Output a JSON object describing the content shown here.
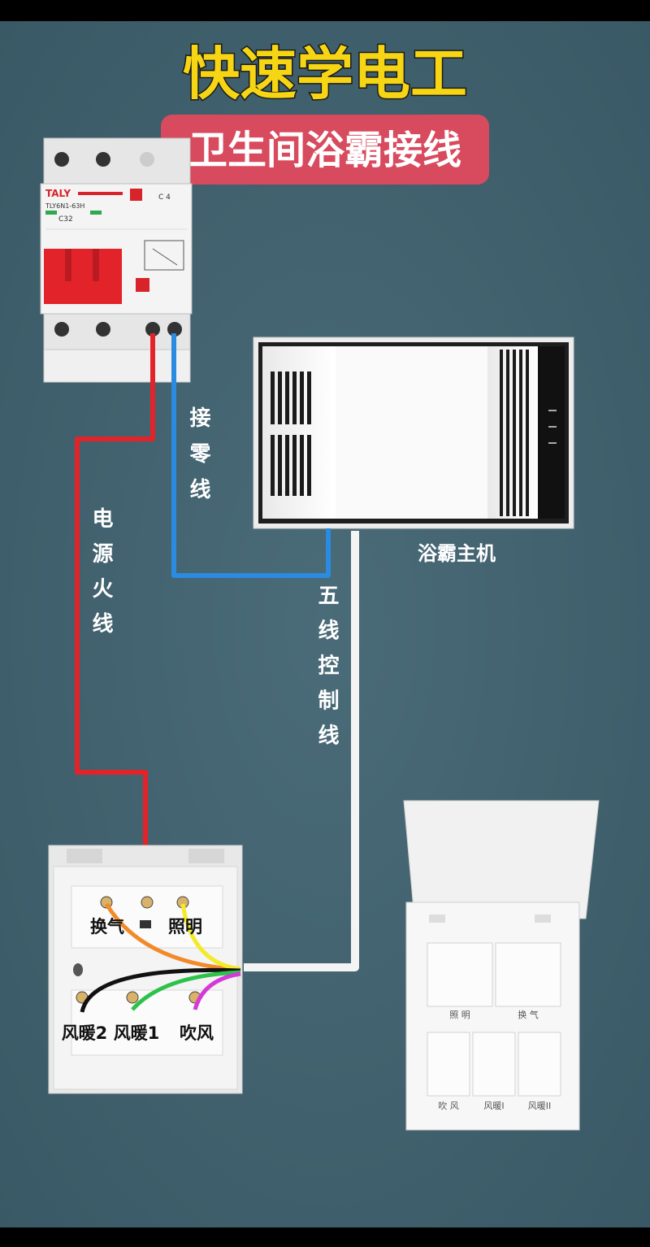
{
  "title": "快速学电工",
  "subtitle": "卫生间浴霸接线",
  "breaker": {
    "brand": "TALY",
    "model": "TLY6N1-63H",
    "rating": "C32",
    "top_right_label": "C 4"
  },
  "labels": {
    "neutral_wire": "接零线",
    "live_wire": "电源火线",
    "control_wire": "五线控制线",
    "heater_unit": "浴霸主机"
  },
  "terminals": {
    "vent": "换气",
    "light": "照明",
    "heat2": "风暖2",
    "heat1": "风暖1",
    "blow": "吹风"
  },
  "panel": {
    "light": "照 明",
    "vent": "换 气",
    "blow": "吹 风",
    "heat1": "风暖I",
    "heat2": "风暖II"
  },
  "colors": {
    "background": "#3f5f6c",
    "title_yellow": "#f6d514",
    "subtitle_bg": "#d84a5e",
    "live_red": "#e2242a",
    "neutral_blue": "#2a8be0",
    "control_white": "#f4f4f4",
    "wire_orange": "#f28a2a",
    "wire_yellow": "#f5ea2a",
    "wire_black": "#111111",
    "wire_green": "#2dc24a",
    "wire_magenta": "#d43ad6"
  }
}
